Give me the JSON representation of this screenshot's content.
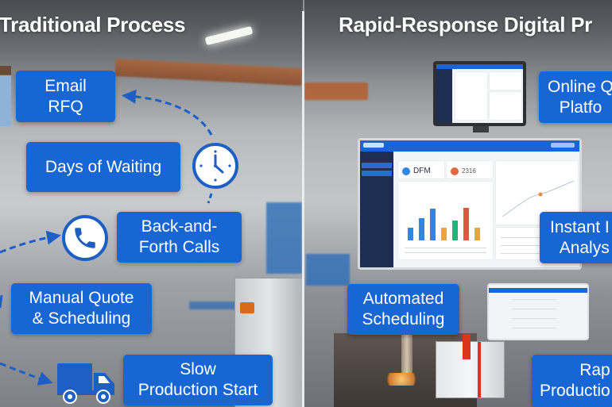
{
  "left_panel": {
    "title": "Traditional Process",
    "steps": [
      {
        "label": "Email\nRFQ",
        "icon": "person-icon"
      },
      {
        "label": "Days of Waiting",
        "icon": "clock-icon"
      },
      {
        "label": "Back-and-\nForth Calls",
        "icon": "phone-icon"
      },
      {
        "label": "Manual Quote\n& Scheduling",
        "icon": null
      },
      {
        "label": "Slow\nProduction Start",
        "icon": "truck-icon"
      }
    ]
  },
  "right_panel": {
    "title": "Rapid-Response Digital Pr",
    "steps": [
      {
        "label": "Online Q\nPlatfo"
      },
      {
        "label": "Instant I\nAnalys"
      },
      {
        "label": "Automated\nScheduling"
      },
      {
        "label": "Rap\nProductio"
      }
    ],
    "dashboard": {
      "kpis": [
        {
          "label": "DFM",
          "color": "#2f86e6"
        },
        {
          "label": "2316",
          "color": "#e0673e"
        }
      ],
      "chart": {
        "bars": [
          {
            "h": 40,
            "color": "#2f86e6"
          },
          {
            "h": 70,
            "color": "#2f86e6"
          },
          {
            "h": 100,
            "color": "#2f86e6"
          },
          {
            "h": 40,
            "color": "#f2a23a"
          },
          {
            "h": 63,
            "color": "#27b07a"
          },
          {
            "h": 103,
            "color": "#e2553f"
          },
          {
            "h": 40,
            "color": "#f2a23a"
          }
        ]
      }
    }
  },
  "colors": {
    "box_blue": "#1766d3",
    "icon_blue": "#1e5fc4",
    "divider": "#f3f4f5"
  }
}
